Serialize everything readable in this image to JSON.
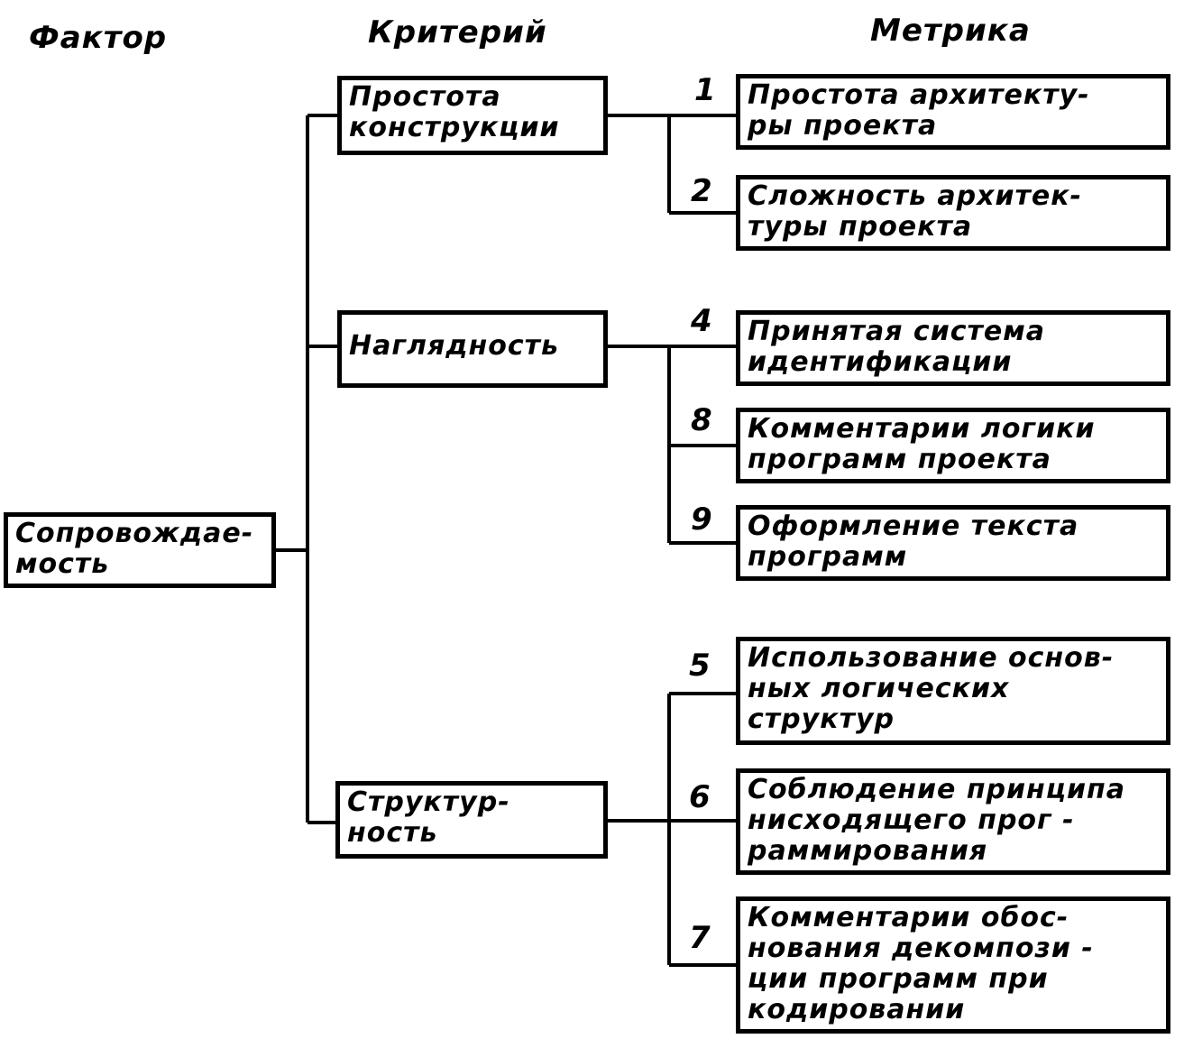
{
  "headers": {
    "factor": "Фактор",
    "criterion": "Критерий",
    "metric": "Метрика"
  },
  "factor": {
    "label": "Сопровождае-\nмость"
  },
  "criteria": [
    {
      "label": "Простота\nконструкции"
    },
    {
      "label": "Наглядность"
    },
    {
      "label": "Структур-\nность"
    }
  ],
  "metrics": [
    {
      "number": "1",
      "label": "Простота архитекту-\nры проекта"
    },
    {
      "number": "2",
      "label": "Сложность архитек-\nтуры проекта"
    },
    {
      "number": "4",
      "label": "Принятая система\nидентификации"
    },
    {
      "number": "8",
      "label": "Комментарии логики\nпрограмм проекта"
    },
    {
      "number": "9",
      "label": "Оформление текста\nпрограмм"
    },
    {
      "number": "5",
      "label": "Использование основ-\nных логических\nструктур"
    },
    {
      "number": "6",
      "label": "Соблюдение принципа\nнисходящего прог -\nраммирования"
    },
    {
      "number": "7",
      "label": "Комментарии обос-\nнования декомпози -\nции программ при\nкодировании"
    }
  ]
}
